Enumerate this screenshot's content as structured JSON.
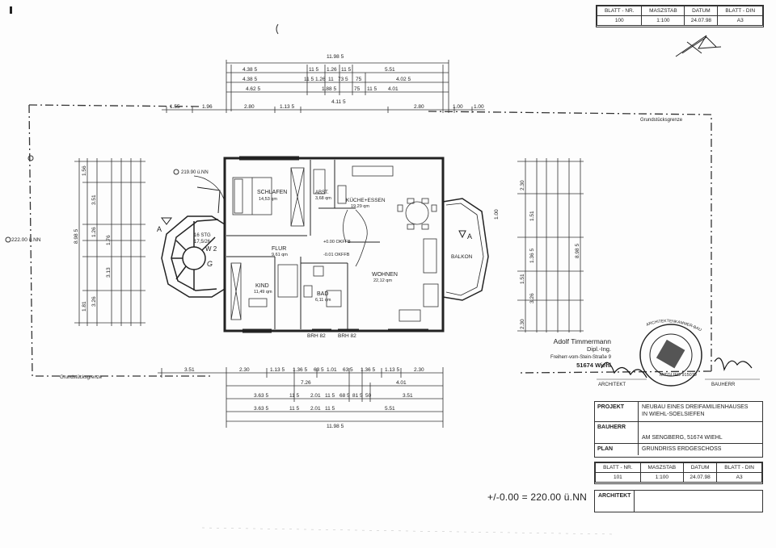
{
  "sheet_table_top": {
    "headers": [
      "BLATT - NR.",
      "MASZSTAB",
      "DATUM",
      "BLATT - DIN"
    ],
    "values": [
      "100",
      "1:100",
      "24.07.98",
      "A3"
    ]
  },
  "sheet_table_bottom": {
    "headers": [
      "BLATT - NR.",
      "MASZSTAB",
      "DATUM",
      "BLATT - DIN"
    ],
    "values": [
      "101",
      "1:100",
      "24.07.98",
      "A3"
    ]
  },
  "project_block": {
    "projekt_label": "PROJEKT",
    "projekt_value_1": "NEUBAU EINES DREIFAMILIENHAUSES",
    "projekt_value_2": "IN WIEHL-SOELSIEFEN",
    "bauherr_label": "BAUHERR",
    "bauherr_value": "AM SENGBERG, 51674 WIEHL",
    "plan_label": "PLAN",
    "plan_value": "GRUNDRISS ERDGESCHOSS"
  },
  "architekt_label": "ARCHITEKT",
  "level_note": "+/-0.00 = 220.00 ü.NN",
  "architect_stamp": {
    "name": "Adolf Timmermann",
    "title": "Dipl.-Ing.",
    "street": "Freiherr-vom-Stein-Straße 9",
    "city": "51674 Wiehl",
    "seal_text": "ARCHITEKTENKAMMER-BAU NORDRHEIN-WESTFALEN",
    "seal_member": "MITGLIED 915079",
    "sig_left_caption": "ARCHITEKT",
    "sig_right_caption": "BAUHERR"
  },
  "rooms": {
    "schlafen": "SCHLAFEN",
    "schlafen_area": "14,53 qm",
    "abst": "ABST.",
    "abst_area": "3,68 qm",
    "kueche": "KÜCHE+ESSEN",
    "kueche_area": "19,29 qm",
    "flur": "FLUR",
    "flur_area": "9,61 qm",
    "kind": "KIND",
    "kind_area": "11,49 qm",
    "bad": "BAD",
    "bad_area": "6,11 qm",
    "wohnen": "WOHNEN",
    "wohnen_area": "22,12 qm",
    "balkon": "BALKON",
    "stair": "16 STG",
    "stair2": "17,5/26",
    "w2": "W 2",
    "g": "G",
    "brh1": "BRH 82",
    "brh2": "BRH 82",
    "okffb1": "+0.00 OKFFB",
    "okffb2": "-0.01 OKFFB",
    "grenze_top": "Grundstücksgrenze",
    "grenze_bottom": "Grundstücksgrenze",
    "elev_left": "222.00 ü.NN",
    "elev_stair": "219.90 ü.NN",
    "section_a_left": "A",
    "section_a_right": "A"
  },
  "dims_top": {
    "overall": "11.98 5",
    "row1": [
      "4.38 5",
      "11 5",
      "1.26",
      "11 5",
      "5.51"
    ],
    "row2": [
      "4.38 5",
      "11 5",
      "1.26",
      "11",
      "73 5",
      "75",
      "4.02 5"
    ],
    "row3": [
      "4.62 5",
      "1.88 5",
      "75",
      "11 5",
      "4.01"
    ],
    "row4": [
      "1.55",
      "1.96",
      "2.80",
      "1.13 5",
      "4.11 5",
      "2.80",
      "1.00",
      "1.00"
    ]
  },
  "dims_bottom": {
    "row1": [
      "3.51",
      "2.30",
      "1.13 5",
      "1.36 5",
      "63 5",
      "1.01",
      "63 5",
      "1.36 5",
      "1.13 5",
      "2.30"
    ],
    "row2": [
      "7.26",
      "4.01"
    ],
    "row3": [
      "3.63 5",
      "11 5",
      "2.01",
      "11 5",
      "68 5",
      "81 5",
      "50",
      "3.51"
    ],
    "row4": [
      "3.63 5",
      "11 5",
      "2.01",
      "11 5",
      "5.51"
    ],
    "overall": "11.98 5"
  },
  "dims_left": [
    "1.56",
    "3.51",
    "1.26",
    "1.76",
    "3.13",
    "3.26",
    "1.81"
  ],
  "dims_left_outer": "8.98 5",
  "dims_right": [
    "2.30",
    "1.00",
    "1.51",
    "1.36 5",
    "1.51",
    "3.26",
    "2.30"
  ],
  "dims_right_outer": "8.98 5"
}
